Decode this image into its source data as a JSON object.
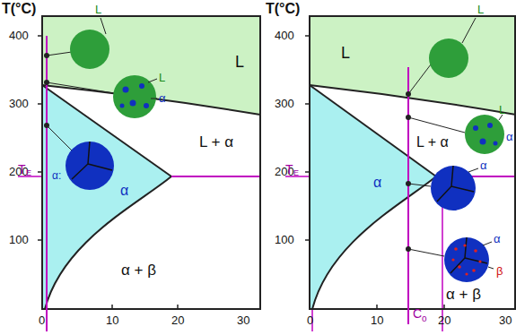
{
  "diagram": {
    "labels": [
      "T(°C)",
      "400",
      "300",
      "200",
      "100",
      "T",
      "E",
      "0",
      "10",
      "20",
      "30",
      "L",
      "L",
      "α",
      "α:",
      "α",
      "L",
      "L + α",
      "α + β",
      "T(°C)",
      "400",
      "300",
      "200",
      "100",
      "T",
      "E",
      "0",
      "10",
      "20",
      "30",
      "C",
      "o",
      "L",
      "L",
      "α",
      "α",
      "α",
      "β",
      "L",
      "L + α",
      "α",
      "α + β"
    ]
  }
}
